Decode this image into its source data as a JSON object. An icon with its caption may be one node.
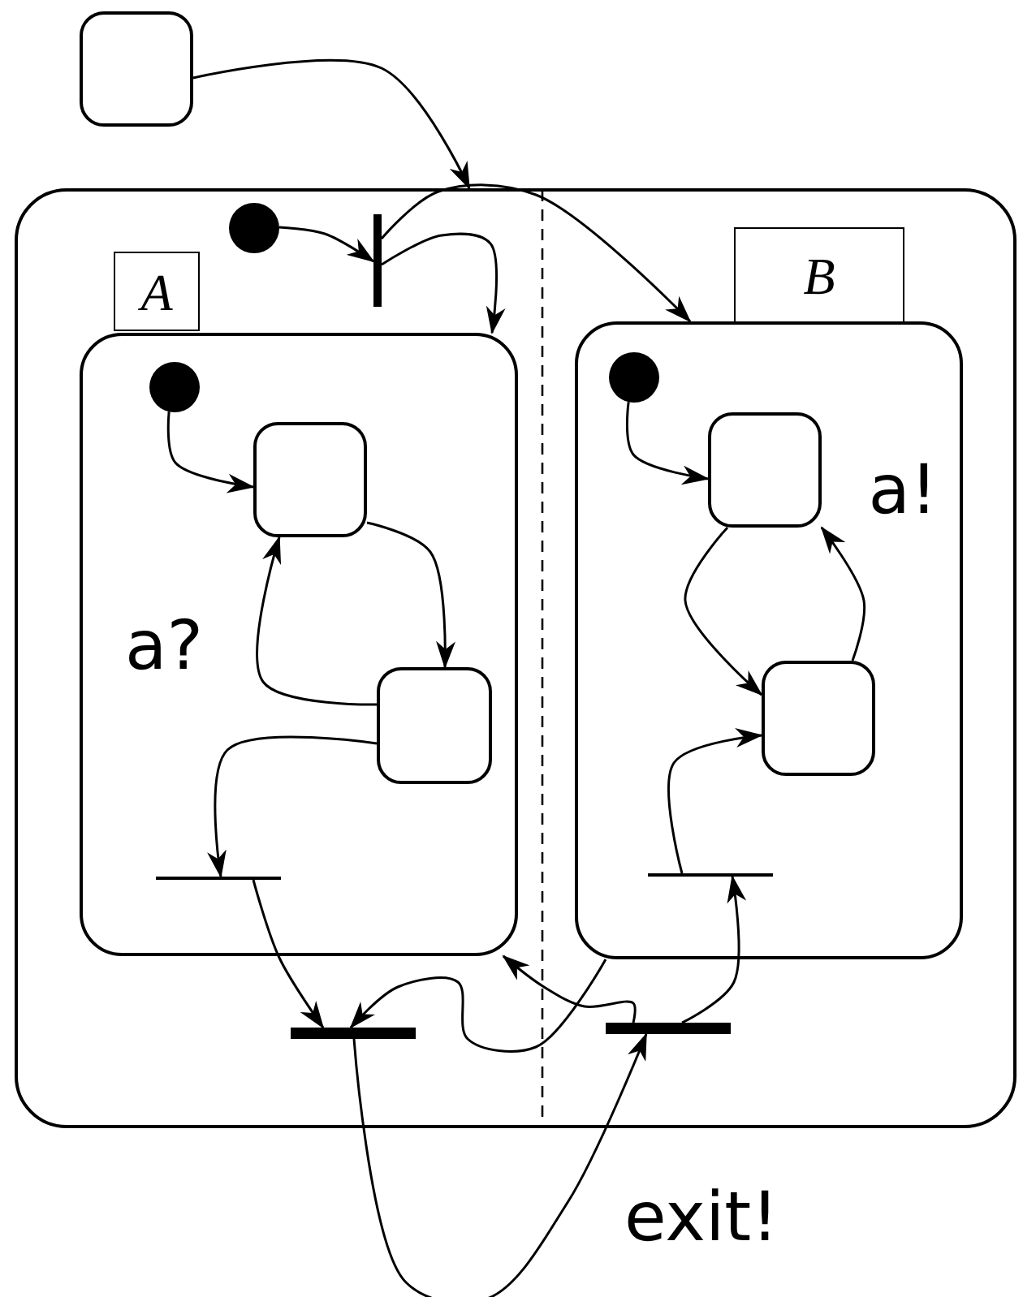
{
  "diagram": {
    "nodes": [
      {
        "text": [],
        "shape": "box"
      },
      {
        "text": [],
        "shape": "box"
      },
      {
        "text": [],
        "shape": "circle",
        "in": 1
      },
      {
        "text": [],
        "shape": "bar",
        "in": 1
      },
      {
        "text": [
          "A"
        ],
        "in": 1
      },
      {
        "text": [],
        "shape": "box",
        "in": 1
      },
      {
        "text": [],
        "shape": "circle",
        "in": 5
      },
      {
        "text": [],
        "shape": "box",
        "in": 5
      },
      {
        "text": [],
        "shape": "box",
        "in": 5
      },
      {
        "text": [],
        "shape": "bar",
        "in": 5
      },
      {
        "text": [
          "B"
        ],
        "in": 1
      },
      {
        "text": [],
        "shape": "box",
        "in": 1
      },
      {
        "text": [],
        "shape": "circle",
        "in": 11
      },
      {
        "text": [],
        "shape": "box",
        "in": 11
      },
      {
        "text": [],
        "shape": "box",
        "in": 11
      },
      {
        "text": [],
        "shape": "bar",
        "in": 11
      },
      {
        "text": [],
        "shape": "bar",
        "in": 1
      },
      {
        "text": [],
        "shape": "bar",
        "in": 1
      }
    ],
    "edges": [
      {
        "from": 0,
        "to": 1,
        "arrow": "to"
      },
      {
        "from": 2,
        "to": 3,
        "arrow": "to"
      },
      {
        "from": 3,
        "to": 11,
        "arrow": "to"
      },
      {
        "from": 3,
        "to": 5,
        "arrow": "to"
      },
      {
        "from": 6,
        "to": 7,
        "arrow": "to"
      },
      {
        "from": 7,
        "to": 8,
        "arrow": "to"
      },
      {
        "from": 8,
        "to": 7,
        "arrow": "to",
        "label": "a?"
      },
      {
        "from": 8,
        "to": 9,
        "arrow": "to"
      },
      {
        "from": 12,
        "to": 13,
        "arrow": "to"
      },
      {
        "from": 13,
        "to": 14,
        "arrow": "to"
      },
      {
        "from": 14,
        "to": 13,
        "arrow": "to",
        "label": "a!"
      },
      {
        "from": 15,
        "to": 14,
        "arrow": "to"
      },
      {
        "from": 9,
        "to": 16,
        "arrow": "to"
      },
      {
        "from": 11,
        "to": 16,
        "arrow": "to"
      },
      {
        "from": 17,
        "to": 5,
        "arrow": "to"
      },
      {
        "from": 17,
        "to": 15,
        "arrow": "to"
      },
      {
        "from": 16,
        "to": 17,
        "arrow": "to",
        "label": "exit!"
      }
    ]
  }
}
